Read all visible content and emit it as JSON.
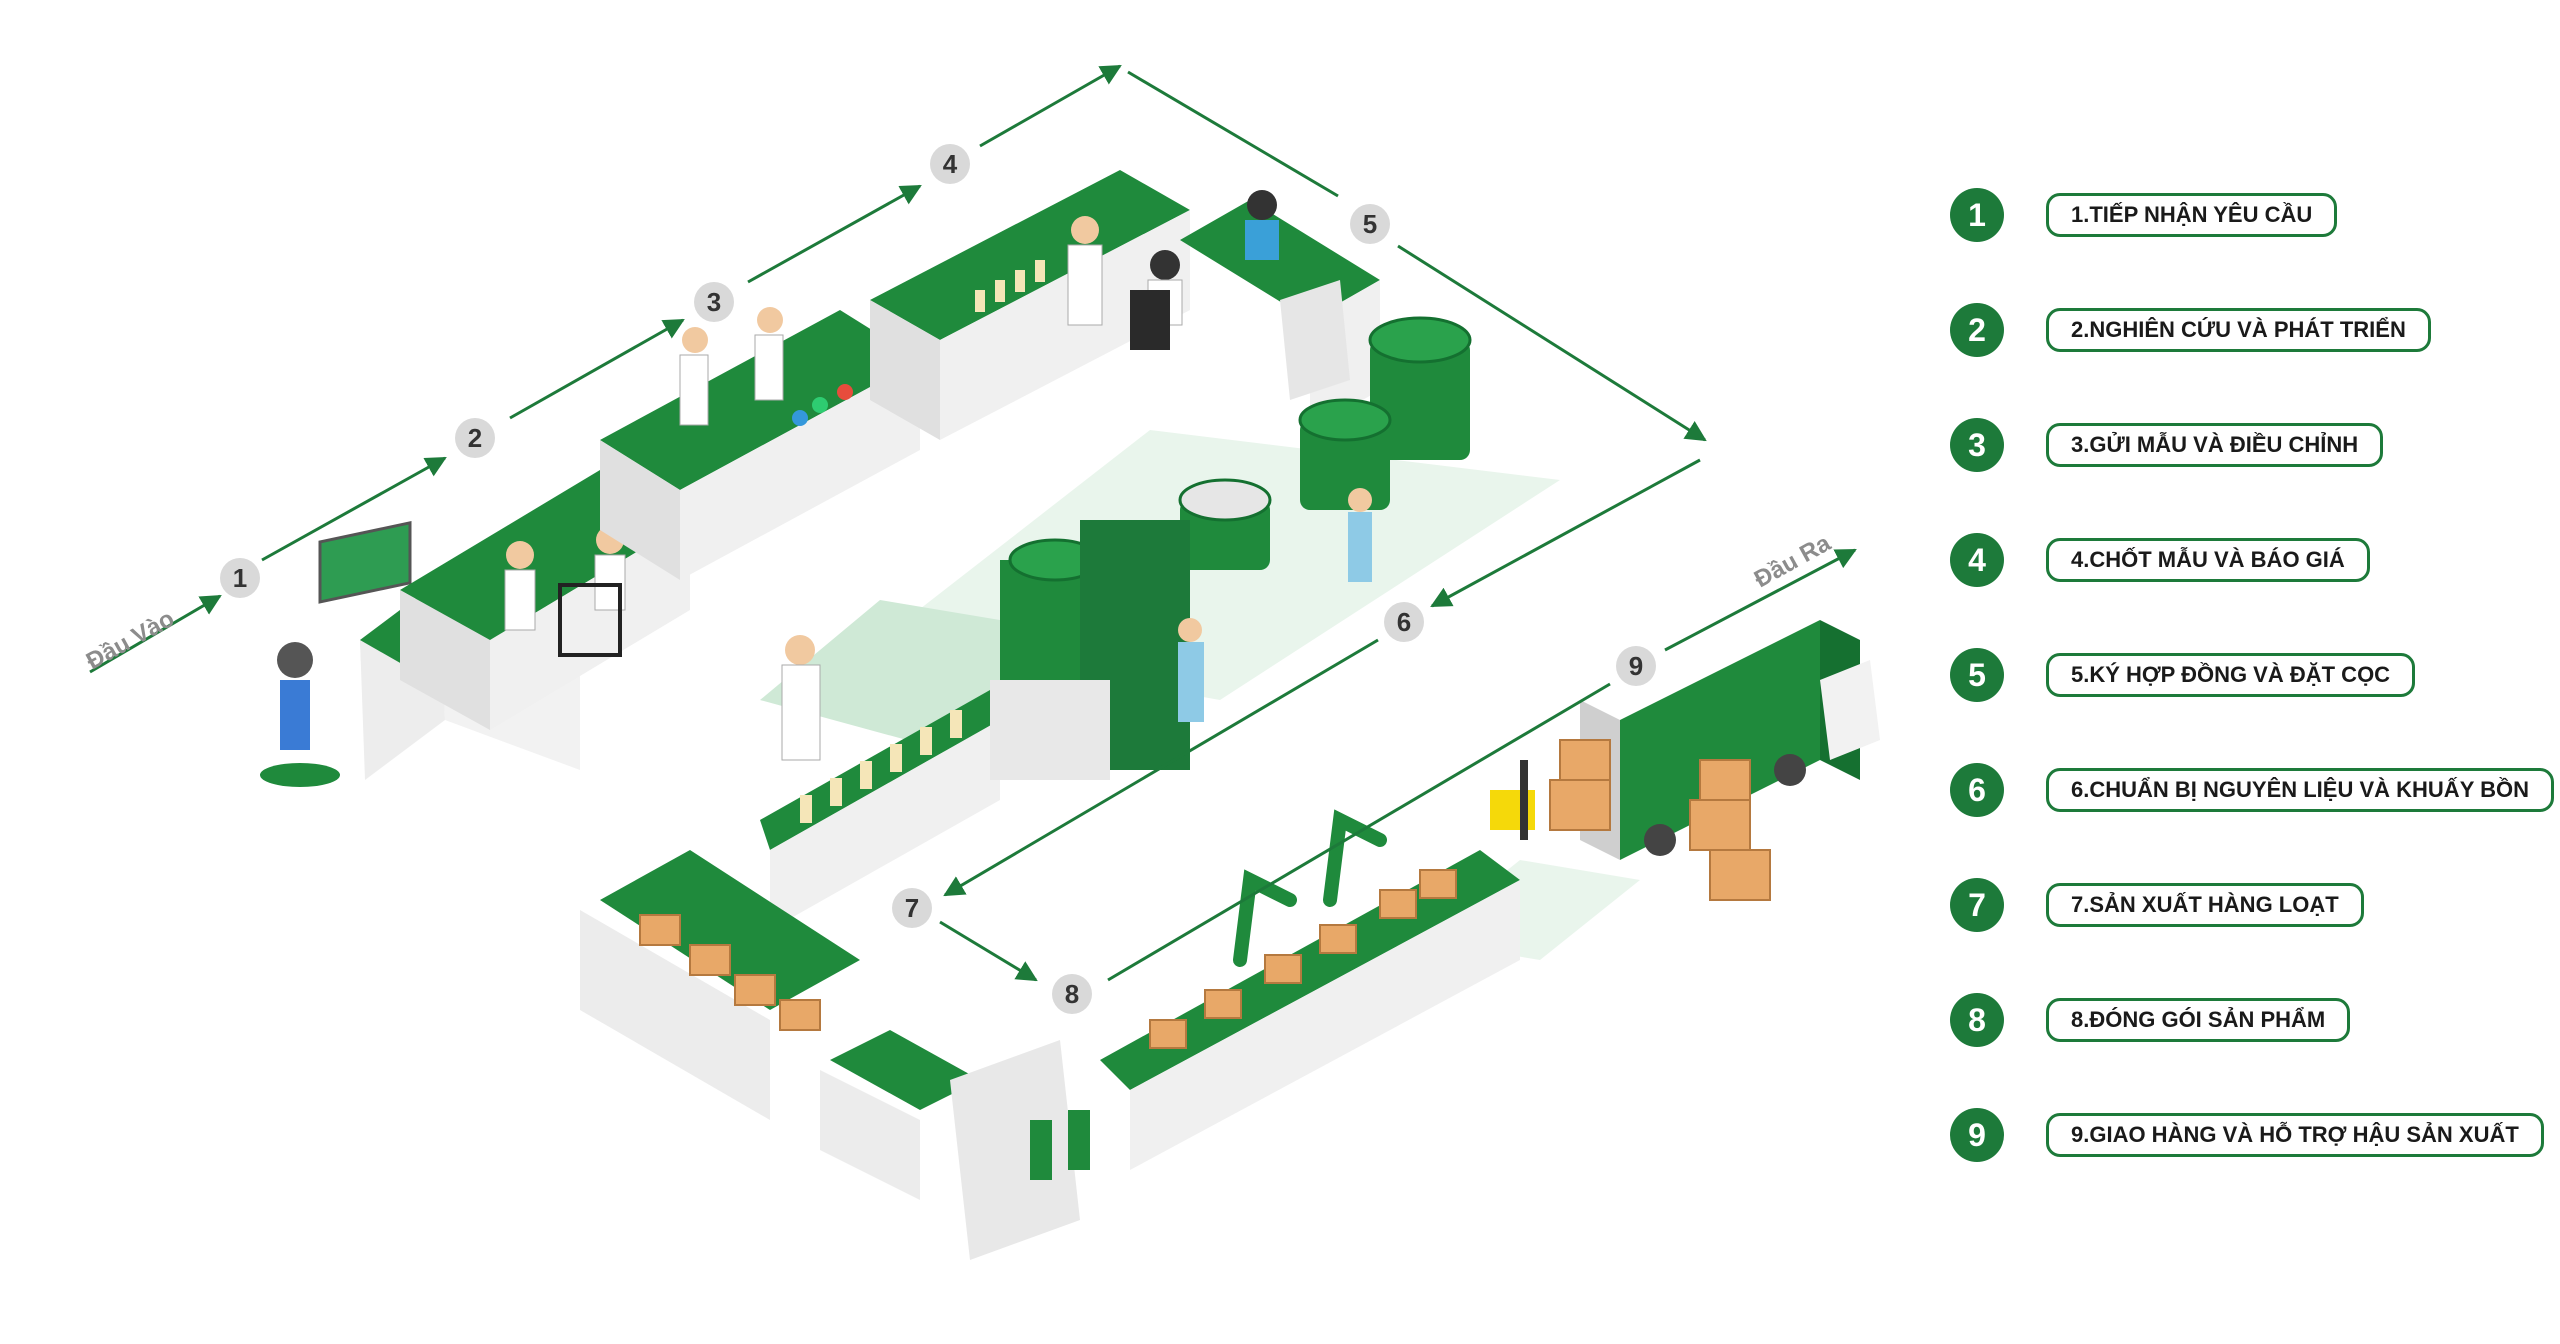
{
  "flow": {
    "input_label": "Đầu Vào",
    "output_label": "Đầu Ra",
    "nodes": [
      "1",
      "2",
      "3",
      "4",
      "5",
      "6",
      "7",
      "8",
      "9"
    ]
  },
  "legend": [
    {
      "number": "1",
      "text": "1.TIẾP NHẬN YÊU CẦU"
    },
    {
      "number": "2",
      "text": "2.NGHIÊN CỨU VÀ PHÁT TRIỂN"
    },
    {
      "number": "3",
      "text": "3.GỬI MẪU VÀ ĐIỀU CHỈNH"
    },
    {
      "number": "4",
      "text": "4.CHỐT MẪU VÀ BÁO GIÁ"
    },
    {
      "number": "5",
      "text": "5.KÝ HỢP ĐỒNG VÀ ĐẶT CỌC"
    },
    {
      "number": "6",
      "text": "6.CHUẨN BỊ NGUYÊN LIỆU VÀ KHUẤY BỒN"
    },
    {
      "number": "7",
      "text": "7.SẢN XUẤT HÀNG LOẠT"
    },
    {
      "number": "8",
      "text": "8.ĐÓNG GÓI SẢN PHẨM"
    },
    {
      "number": "9",
      "text": "9.GIAO HÀNG VÀ HỖ TRỢ HẬU SẢN XUẤT"
    }
  ],
  "colors": {
    "brand_green": "#1d7a3a",
    "machine_green": "#1f8a3c",
    "machine_grey": "#e6e6e6",
    "node_grey": "#d9d9d9",
    "box_tan": "#e8a868"
  }
}
